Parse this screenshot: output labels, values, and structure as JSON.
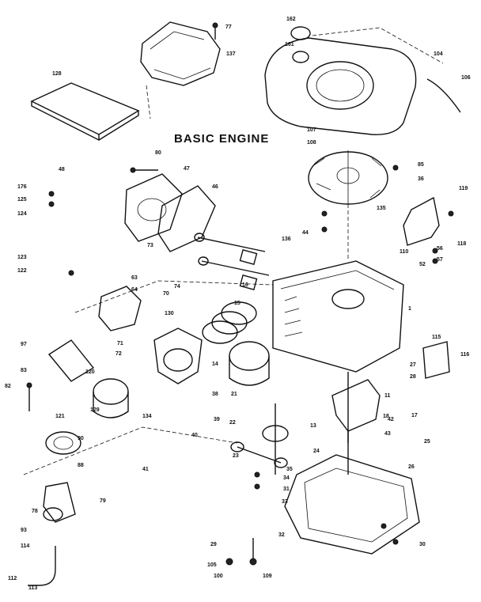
{
  "title": "BASIC ENGINE",
  "labels": [
    {
      "id": "l77",
      "text": "77"
    },
    {
      "id": "l162",
      "text": "162"
    },
    {
      "id": "l161",
      "text": "161"
    },
    {
      "id": "l137",
      "text": "137"
    },
    {
      "id": "l104",
      "text": "104"
    },
    {
      "id": "l106",
      "text": "106"
    },
    {
      "id": "l128",
      "text": "128"
    },
    {
      "id": "l107",
      "text": "107"
    },
    {
      "id": "l108",
      "text": "108"
    },
    {
      "id": "l80",
      "text": "80"
    },
    {
      "id": "l47",
      "text": "47"
    },
    {
      "id": "l48",
      "text": "48"
    },
    {
      "id": "l46",
      "text": "46"
    },
    {
      "id": "l176",
      "text": "176"
    },
    {
      "id": "l125",
      "text": "125"
    },
    {
      "id": "l124",
      "text": "124"
    },
    {
      "id": "l123",
      "text": "123"
    },
    {
      "id": "l122",
      "text": "122"
    },
    {
      "id": "l85",
      "text": "85"
    },
    {
      "id": "l36",
      "text": "36"
    },
    {
      "id": "l119",
      "text": "119"
    },
    {
      "id": "l118",
      "text": "118"
    },
    {
      "id": "l135",
      "text": "135"
    },
    {
      "id": "l136",
      "text": "136"
    },
    {
      "id": "l115",
      "text": "115"
    },
    {
      "id": "l116",
      "text": "116"
    },
    {
      "id": "l1",
      "text": "1"
    },
    {
      "id": "l97",
      "text": "97"
    },
    {
      "id": "l82",
      "text": "82"
    },
    {
      "id": "l83",
      "text": "83"
    },
    {
      "id": "l120",
      "text": "120"
    },
    {
      "id": "l121",
      "text": "121"
    },
    {
      "id": "l134",
      "text": "134"
    },
    {
      "id": "l90",
      "text": "90"
    },
    {
      "id": "l88",
      "text": "88"
    },
    {
      "id": "l78",
      "text": "78"
    },
    {
      "id": "l79",
      "text": "79"
    },
    {
      "id": "l93",
      "text": "93"
    },
    {
      "id": "l114",
      "text": "114"
    },
    {
      "id": "l112",
      "text": "112"
    },
    {
      "id": "l113",
      "text": "113"
    },
    {
      "id": "l27",
      "text": "27"
    },
    {
      "id": "l28",
      "text": "28"
    },
    {
      "id": "l11",
      "text": "11"
    },
    {
      "id": "l13",
      "text": "13"
    },
    {
      "id": "l17",
      "text": "17"
    },
    {
      "id": "l18",
      "text": "18"
    },
    {
      "id": "l21",
      "text": "21"
    },
    {
      "id": "l22",
      "text": "22"
    },
    {
      "id": "l23",
      "text": "23"
    },
    {
      "id": "l24",
      "text": "24"
    },
    {
      "id": "l25",
      "text": "25"
    },
    {
      "id": "l26",
      "text": "26"
    },
    {
      "id": "l29",
      "text": "29"
    },
    {
      "id": "l30",
      "text": "30"
    },
    {
      "id": "l31",
      "text": "31"
    },
    {
      "id": "l32",
      "text": "32"
    },
    {
      "id": "l33",
      "text": "33"
    },
    {
      "id": "l34",
      "text": "34"
    },
    {
      "id": "l35",
      "text": "35"
    },
    {
      "id": "l74",
      "text": "74"
    },
    {
      "id": "l72",
      "text": "72"
    },
    {
      "id": "l71",
      "text": "71"
    },
    {
      "id": "l14",
      "text": "14"
    },
    {
      "id": "l15",
      "text": "15"
    },
    {
      "id": "l16",
      "text": "16"
    },
    {
      "id": "l130",
      "text": "130"
    },
    {
      "id": "l129",
      "text": "129"
    },
    {
      "id": "l38",
      "text": "38"
    },
    {
      "id": "l39",
      "text": "39"
    },
    {
      "id": "l40",
      "text": "40"
    },
    {
      "id": "l41",
      "text": "41"
    },
    {
      "id": "l42",
      "text": "42"
    },
    {
      "id": "l43",
      "text": "43"
    },
    {
      "id": "l44",
      "text": "44"
    },
    {
      "id": "l52",
      "text": "52"
    },
    {
      "id": "l56",
      "text": "56"
    },
    {
      "id": "l57",
      "text": "57"
    },
    {
      "id": "l63",
      "text": "63"
    },
    {
      "id": "l64",
      "text": "64"
    },
    {
      "id": "l70",
      "text": "70"
    },
    {
      "id": "l73",
      "text": "73"
    },
    {
      "id": "l100",
      "text": "100"
    },
    {
      "id": "l105",
      "text": "105"
    },
    {
      "id": "l109",
      "text": "109"
    },
    {
      "id": "l110",
      "text": "110"
    }
  ]
}
